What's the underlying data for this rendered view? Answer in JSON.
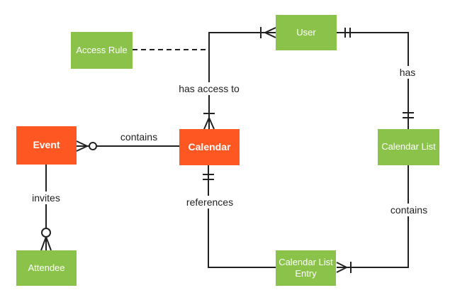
{
  "diagram": {
    "type": "entity-relationship",
    "notation": "crows-foot",
    "background": "#ffffff",
    "colors": {
      "entity_primary": "#FF5722",
      "entity_secondary": "#8BC34A",
      "entity_text": "#ffffff",
      "line": "#212121",
      "label_text": "#212121"
    },
    "entities": {
      "event": {
        "label": "Event",
        "style": "primary"
      },
      "calendar": {
        "label": "Calendar",
        "style": "primary"
      },
      "access_rule": {
        "label": "Access Rule",
        "style": "secondary"
      },
      "user": {
        "label": "User",
        "style": "secondary"
      },
      "calendar_list": {
        "label": "Calendar List",
        "style": "secondary"
      },
      "attendee": {
        "label": "Attendee",
        "style": "secondary"
      },
      "calendar_list_entry": {
        "label": "Calendar List Entry",
        "style": "secondary"
      }
    },
    "relationships": {
      "event_contains_calendar": {
        "label": "contains",
        "from": "Event",
        "to": "Calendar",
        "event_end": "zero-or-many",
        "calendar_end": "plain"
      },
      "calendar_has_access_to_user": {
        "label": "has access to",
        "from": "Calendar",
        "to": "User",
        "calendar_end": "one-or-many",
        "user_end": "one-or-many"
      },
      "access_rule_annotation": {
        "label": "",
        "from": "Access Rule",
        "to": "has access to relationship",
        "line_style": "dashed"
      },
      "user_has_calendar_list": {
        "label": "has",
        "from": "User",
        "to": "Calendar List",
        "user_end": "one-and-only-one",
        "calendar_list_end": "one-and-only-one"
      },
      "event_invites_attendee": {
        "label": "invites",
        "from": "Event",
        "to": "Attendee",
        "event_end": "plain",
        "attendee_end": "zero-or-many"
      },
      "calendar_references_entry": {
        "label": "references",
        "from": "Calendar",
        "to": "Calendar List Entry",
        "calendar_end": "one-and-only-one",
        "entry_end": "plain"
      },
      "calendar_list_contains_entry": {
        "label": "contains",
        "from": "Calendar List",
        "to": "Calendar List Entry",
        "calendar_list_end": "plain",
        "entry_end": "one-or-many"
      }
    }
  }
}
